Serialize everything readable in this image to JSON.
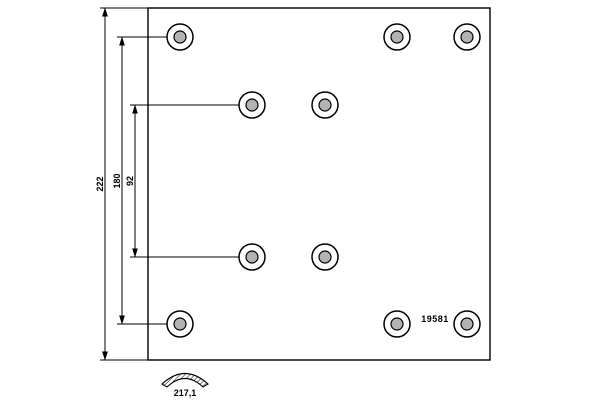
{
  "diagram": {
    "type": "technical-drawing",
    "subject": "brake lining backing plate with rivet holes",
    "part_number": "19581",
    "dimensions": {
      "overall_height": "222",
      "outer_hole_spacing": "180",
      "inner_hole_spacing": "92",
      "arc_dimension": "217,1"
    },
    "colors": {
      "line": "#000000",
      "background": "#ffffff",
      "hole_inner_fill": "#b3b3b3"
    }
  }
}
